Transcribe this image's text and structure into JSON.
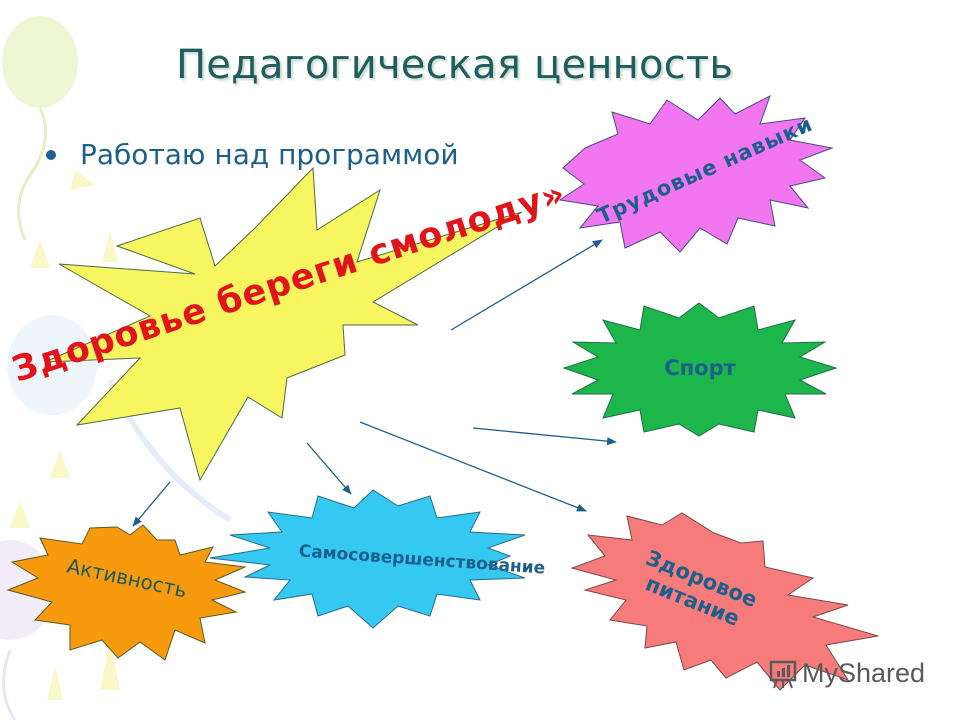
{
  "slide": {
    "title": "Педагогическая ценность",
    "bullet": "Работаю над программой"
  },
  "diagram": {
    "central": {
      "label": "Здоровье береги смолоду»",
      "fill": "#f7f560",
      "text_color": "#e0141a"
    },
    "nodes": [
      {
        "id": "trud",
        "label": "Трудовые навыки",
        "fill": "#f176f0"
      },
      {
        "id": "sport",
        "label": "Спорт",
        "fill": "#1db64a"
      },
      {
        "id": "aktiv",
        "label": "Активность",
        "fill": "#f79a0e"
      },
      {
        "id": "samo",
        "label": "Самосовершенствование",
        "fill": "#35c9f2"
      },
      {
        "id": "pitanie",
        "label": "Здоровое питание",
        "fill": "#f77b7b"
      }
    ],
    "arrow_color": "#1c5f8c",
    "node_text_color": "#1c5f8c"
  },
  "watermark": {
    "text": "MyShared"
  }
}
